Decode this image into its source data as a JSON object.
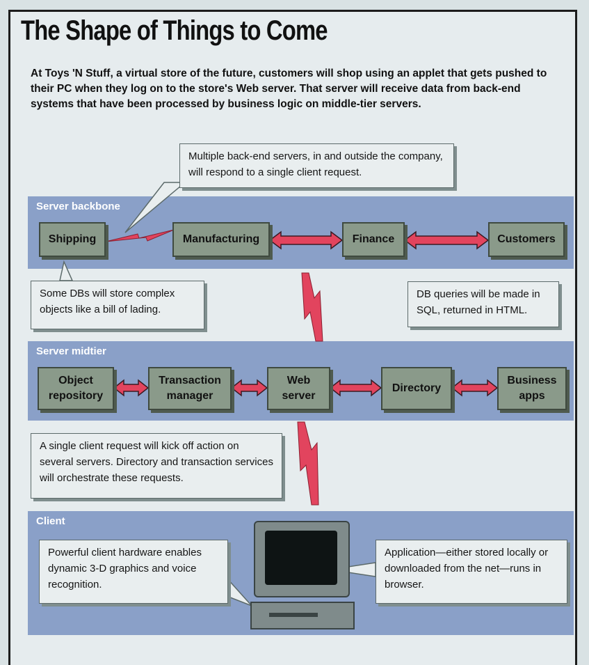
{
  "title": "The Shape of Things to Come",
  "intro": "At Toys 'N Stuff, a virtual store of the future, customers will shop using an applet that gets pushed to their PC when they log on to the store's Web server. That server will receive data from back-end systems that have been processed by business logic on middle-tier servers.",
  "colors": {
    "band": "#8aa0c8",
    "node": "#8a9a8a",
    "arrow": "#e2445e",
    "callout": "#e9eeef"
  },
  "backbone": {
    "label": "Server backbone",
    "nodes": [
      "Shipping",
      "Manufacturing",
      "Finance",
      "Customers"
    ]
  },
  "midtier": {
    "label": "Server midtier",
    "nodes": [
      "Object\nrepository",
      "Transaction\nmanager",
      "Web\nserver",
      "Directory",
      "Business\napps"
    ]
  },
  "client": {
    "label": "Client"
  },
  "callouts": {
    "multiple_servers": "Multiple back-end servers, in and outside the company, will respond to a single client request.",
    "db_store": "Some DBs will store complex objects like a bill of lading.",
    "db_queries": "DB queries will be made in SQL, returned in HTML.",
    "single_request": "A single client request will kick off action on several servers. Directory and transaction services will orchestrate these requests.",
    "client_hardware": "Powerful client hardware enables dynamic 3-D graphics and voice recognition.",
    "application": "Application—either stored locally or downloaded from the net—runs in browser."
  }
}
